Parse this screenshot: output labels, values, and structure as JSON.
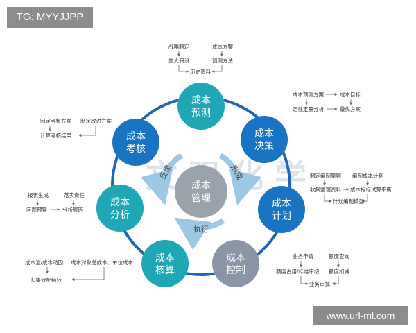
{
  "watermark": {
    "tag": "TG: MYYJJPP",
    "url": "www.url-ml.com"
  },
  "center": {
    "line1": "成本",
    "line2": "管理"
  },
  "ring_labels": {
    "left": "反馈",
    "right": "形成",
    "bottom": "执行"
  },
  "nodes": {
    "forecast": {
      "line1": "成本",
      "line2": "预测"
    },
    "decision": {
      "line1": "成本",
      "line2": "决策"
    },
    "plan": {
      "line1": "成本",
      "line2": "计划"
    },
    "control": {
      "line1": "成本",
      "line2": "控制"
    },
    "accounting": {
      "line1": "成本",
      "line2": "核算"
    },
    "analysis": {
      "line1": "成本",
      "line2": "分析"
    },
    "assessment": {
      "line1": "成本",
      "line2": "考核"
    }
  },
  "notes": {
    "forecast": {
      "a": "战略制定",
      "b": "成本方案",
      "c": "重大假设",
      "d": "预测方法",
      "e": "历史资料"
    },
    "decision": {
      "a": "成本预测方案",
      "b": "成本目标",
      "c": "定性定量分析",
      "d": "最优方案"
    },
    "plan": {
      "a": "制定编制原则",
      "b": "编制成本计划",
      "c": "收集整理资料",
      "d": "成本指标试算平衡",
      "e": "计划编制模型"
    },
    "control": {
      "a": "业务申请",
      "b": "额度查询",
      "c": "额度占用/标准审核",
      "d": "额度扣减",
      "e": "业务审批"
    },
    "accounting": {
      "a": "成本池/成本动因",
      "b": "成本对象总成本、单位成本",
      "c": "归集分配结转"
    },
    "analysis": {
      "a": "报表生成",
      "b": "落实责任",
      "c": "问题预警",
      "d": "分析原因"
    },
    "assessment": {
      "a": "制定考核方案",
      "b": "制定改进方案",
      "c": "计算考核结果"
    }
  },
  "colors": {
    "teal": "#1fa7b8",
    "blue": "#1a74c4",
    "gray": "#8a96a8",
    "ring": "#1f67b5",
    "center": "#9aa2ac"
  }
}
